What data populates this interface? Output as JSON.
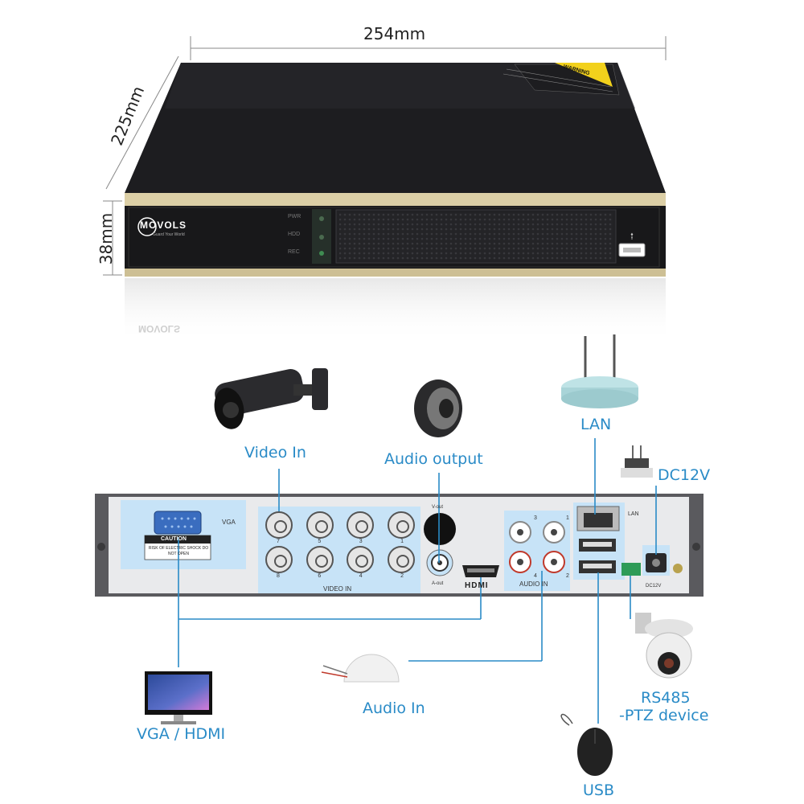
{
  "dimensions": {
    "width": "254mm",
    "depth": "225mm",
    "height": "38mm"
  },
  "dvr": {
    "brand": "MOVOLS",
    "tagline": "Guard Your World",
    "warning": "WARNING",
    "indicators": [
      "PWR",
      "HDD",
      "REC"
    ],
    "reflection": "MOVOLS"
  },
  "rear_panel": {
    "vga": "VGA",
    "caution_title": "CAUTION",
    "caution_text": "RISK OF ELECTRIC SHOCK DO NOT OPEN",
    "video_in": "VIDEO IN",
    "channels_top": [
      "7",
      "5",
      "3",
      "1"
    ],
    "channels_bottom": [
      "8",
      "6",
      "4",
      "2"
    ],
    "vout": "V-out",
    "aout": "A-out",
    "hdmi": "HDMI",
    "audio_in": "AUDIO IN",
    "audio_top": [
      "3",
      "1"
    ],
    "audio_bottom": [
      "4",
      "2"
    ],
    "lan": "LAN",
    "dc": "DC12V"
  },
  "callouts": {
    "video_in": "Video In",
    "audio_output": "Audio output",
    "lan": "LAN",
    "dc12v": "DC12V",
    "rs485_line1": "RS485",
    "rs485_line2": "-PTZ device",
    "vga_hdmi": "VGA / HDMI",
    "audio_in": "Audio In",
    "usb": "USB"
  },
  "colors": {
    "callout": "#2a8bc7",
    "highlight": "#c7e3f7",
    "dvr_body": "#1f1f22",
    "gold": "#d6c9a0"
  }
}
